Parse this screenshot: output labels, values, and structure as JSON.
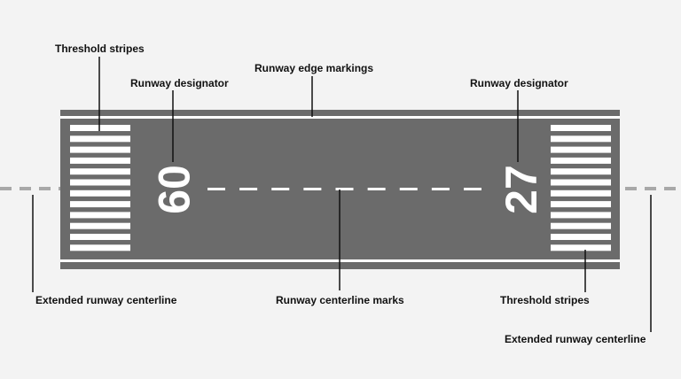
{
  "colors": {
    "background": "#f3f3f3",
    "pavement": "#6b6b6b",
    "markings": "#ffffff",
    "edge_band": "#6b6b6b",
    "extended_centerline": "#a8a8a8",
    "leader": "#111111"
  },
  "runway": {
    "designator_left": "09",
    "designator_right": "27",
    "threshold_stripe_count": 12,
    "centerline_dash_count": 9
  },
  "labels": {
    "threshold_stripes_left": "Threshold stripes",
    "designator_left": "Runway designator",
    "edge_markings": "Runway edge markings",
    "designator_right": "Runway designator",
    "extended_centerline_left": "Extended runway centerline",
    "centerline_marks": "Runway centerline marks",
    "threshold_stripes_right": "Threshold stripes",
    "extended_centerline_right": "Extended runway centerline"
  }
}
